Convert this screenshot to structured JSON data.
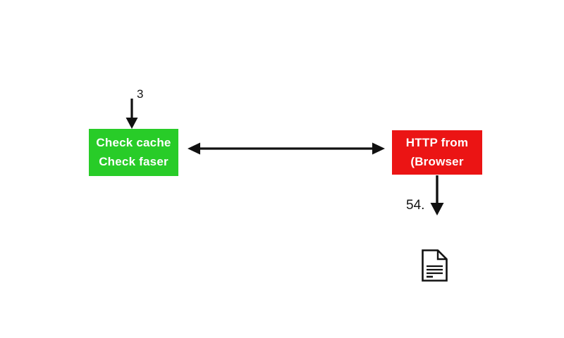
{
  "diagram": {
    "background_color": "#ffffff",
    "arrow_color": "#111111",
    "nodes": {
      "cache_box": {
        "lines": [
          "Check cache",
          "Check faser"
        ],
        "fill_color": "#28cc28",
        "text_color": "#ffffff"
      },
      "http_box": {
        "lines": [
          "HTTP from",
          "(Browser"
        ],
        "fill_color": "#eb1414",
        "text_color": "#ffffff"
      }
    },
    "labels": {
      "incoming_step": "3",
      "outgoing_step": "54."
    },
    "icons": {
      "document": "document-icon"
    }
  }
}
